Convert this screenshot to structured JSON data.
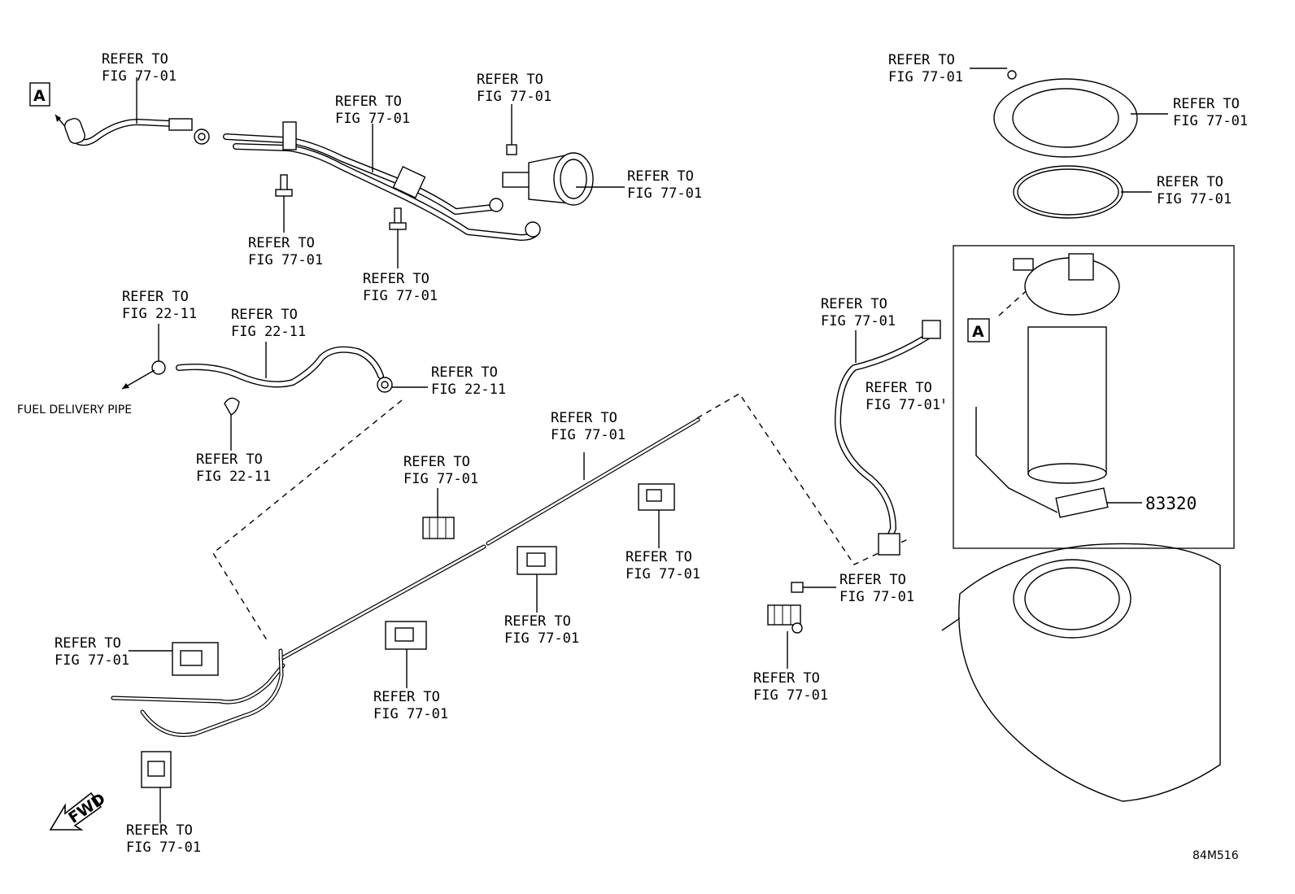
{
  "diagram": {
    "drawing_number": "84M516",
    "view_marker": "A",
    "fwd_label": "FWD",
    "callouts": [
      {
        "id": "c1",
        "line1": "REFER TO",
        "line2": "FIG 77-01"
      },
      {
        "id": "c2",
        "line1": "REFER TO",
        "line2": "FIG 77-01"
      },
      {
        "id": "c3",
        "line1": "REFER TO",
        "line2": "FIG 77-01"
      },
      {
        "id": "c4",
        "line1": "REFER TO",
        "line2": "FIG 77-01"
      },
      {
        "id": "c5",
        "line1": "REFER TO",
        "line2": "FIG 77-01"
      },
      {
        "id": "c6",
        "line1": "REFER TO",
        "line2": "FIG 77-01"
      },
      {
        "id": "c7",
        "line1": "REFER TO",
        "line2": "FIG 77-01"
      },
      {
        "id": "c8",
        "line1": "REFER TO",
        "line2": "FIG 77-01"
      },
      {
        "id": "c9",
        "line1": "REFER TO",
        "line2": "FIG 77-01"
      },
      {
        "id": "c10",
        "line1": "REFER TO",
        "line2": "FIG 22-11"
      },
      {
        "id": "c11",
        "line1": "REFER TO",
        "line2": "FIG 22-11"
      },
      {
        "id": "c12",
        "line1": "REFER TO",
        "line2": "FIG 22-11"
      },
      {
        "id": "c13",
        "line1": "REFER TO",
        "line2": "FIG 22-11"
      },
      {
        "id": "c14",
        "line1": "REFER TO",
        "line2": "FIG 77-01"
      },
      {
        "id": "c15",
        "line1": "REFER TO",
        "line2": "FIG 77-01"
      },
      {
        "id": "c16",
        "line1": "REFER TO",
        "line2": "FIG 77-01"
      },
      {
        "id": "c17",
        "line1": "REFER TO",
        "line2": "FIG 77-01"
      },
      {
        "id": "c18",
        "line1": "REFER TO",
        "line2": "FIG 77-01"
      },
      {
        "id": "c19",
        "line1": "REFER TO",
        "line2": "FIG 77-01"
      },
      {
        "id": "c20",
        "line1": "REFER TO",
        "line2": "FIG 77-01"
      },
      {
        "id": "c21",
        "line1": "REFER TO",
        "line2": "FIG 77-01"
      },
      {
        "id": "c22",
        "line1": "REFER TO",
        "line2": "FIG 77-01"
      },
      {
        "id": "c23",
        "line1": "REFER TO",
        "line2": "FIG 77-01"
      },
      {
        "id": "c24",
        "line1": "REFER TO",
        "line2": "FIG 77-01"
      }
    ],
    "notes": {
      "fuel_delivery_pipe": "FUEL DELIVERY PIPE",
      "part_number": "83320"
    }
  }
}
